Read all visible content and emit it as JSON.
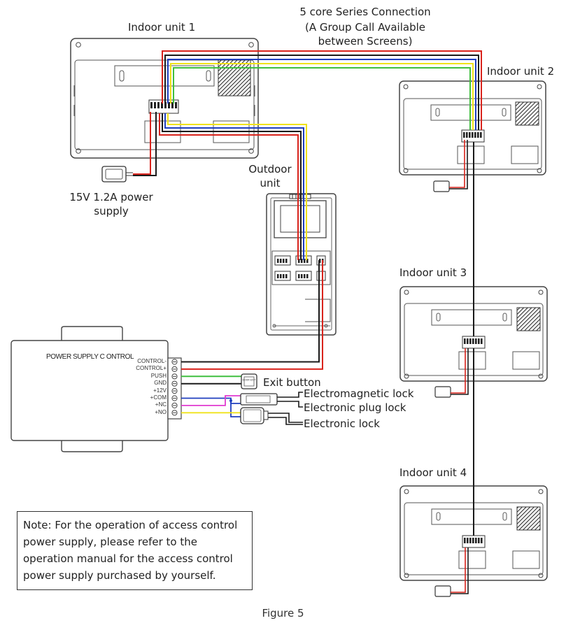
{
  "labels": {
    "series_title": "5 core  Series Connection",
    "series_subtitle_1": "(A Group Call Available",
    "series_subtitle_2": "between Screens)",
    "indoor1": "Indoor unit 1",
    "indoor2": "Indoor unit 2",
    "indoor3": "Indoor unit 3",
    "indoor4": "Indoor unit 4",
    "outdoor_1": "Outdoor",
    "outdoor_2": "unit",
    "power_1": "15V 1.2A power",
    "power_2": "supply",
    "psc_title": "POWER SUPPLY C ONTROL",
    "exit_button": "Exit button",
    "exit_button_face": "DOOR EXIT",
    "em_lock": "Electromagnetic lock",
    "plug_lock": "Electronic plug lock",
    "e_lock": "Electronic lock"
  },
  "terminals": [
    "CONTROL-",
    "CONTROL+",
    "PUSH",
    "GND",
    "+12V",
    "+COM",
    "+NC",
    "+NO"
  ],
  "note": "Note: For the operation of access control power supply, please refer to the operation manual for the access control power supply purchased by yourself.",
  "caption": "Figure 5",
  "colors": {
    "red": "#d9231c",
    "black": "#1a1a1a",
    "blue": "#1f3fbf",
    "yellow": "#f0e21a",
    "green": "#3fbf3f",
    "magenta": "#e03ad0",
    "outline": "#444444"
  }
}
